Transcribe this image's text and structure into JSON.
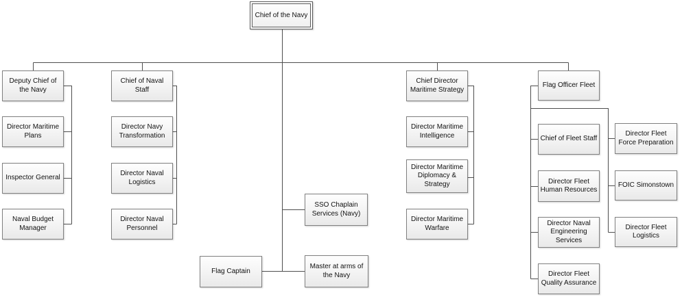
{
  "diagram": {
    "type": "org-chart",
    "root": "Chief of the Navy"
  },
  "nodes": {
    "chief_of_the_navy": {
      "label": "Chief of the Navy"
    },
    "deputy_chief_of_the_navy": {
      "label": "Deputy Chief of the Navy"
    },
    "director_maritime_plans": {
      "label": "Director Maritime Plans"
    },
    "inspector_general": {
      "label": "Inspector General"
    },
    "naval_budget_manager": {
      "label": "Naval Budget Manager"
    },
    "chief_of_naval_staff": {
      "label": "Chief of Naval Staff"
    },
    "director_navy_transformation": {
      "label": "Director Navy Transformation"
    },
    "director_naval_logistics": {
      "label": "Director Naval Logistics"
    },
    "director_naval_personnel": {
      "label": "Director Naval Personnel"
    },
    "sso_chaplain_services": {
      "label": "SSO Chaplain Services (Navy)"
    },
    "flag_captain": {
      "label": "Flag Captain"
    },
    "master_at_arms": {
      "label": "Master at arms of the Navy"
    },
    "chief_director_maritime_strategy": {
      "label": "Chief Director Maritime Strategy"
    },
    "director_maritime_intelligence": {
      "label": "Director Maritime Intelligence"
    },
    "director_maritime_diplomacy_strategy": {
      "label": "Director Maritime Diplomacy & Strategy"
    },
    "director_maritime_warfare": {
      "label": "Director Maritime Warfare"
    },
    "flag_officer_fleet": {
      "label": "Flag Officer Fleet"
    },
    "chief_of_fleet_staff": {
      "label": "Chief of Fleet Staff"
    },
    "director_fleet_human_resources": {
      "label": "Director Fleet Human Resources"
    },
    "director_naval_engineering_services": {
      "label": "Director Naval Engineering Services"
    },
    "director_fleet_quality_assurance": {
      "label": "Director Fleet Quality Assurance"
    },
    "director_fleet_force_preparation": {
      "label": "Director Fleet Force Preparation"
    },
    "foic_simonstown": {
      "label": "FOIC Simonstown"
    },
    "director_fleet_logistics": {
      "label": "Director Fleet Logistics"
    }
  },
  "hierarchy": {
    "Chief of the Navy": [
      "Deputy Chief of the Navy",
      "Chief of Naval Staff",
      "SSO Chaplain Services (Navy)",
      "Flag Captain",
      "Master at arms of the Navy",
      "Chief Director Maritime Strategy",
      "Flag Officer Fleet"
    ],
    "Deputy Chief of the Navy": [
      "Director Maritime Plans",
      "Inspector General",
      "Naval Budget Manager"
    ],
    "Chief of Naval Staff": [
      "Director Navy Transformation",
      "Director Naval Logistics",
      "Director Naval Personnel"
    ],
    "Chief Director Maritime Strategy": [
      "Director Maritime Intelligence",
      "Director Maritime Diplomacy & Strategy",
      "Director Maritime Warfare"
    ],
    "Flag Officer Fleet": [
      "Chief of Fleet Staff",
      "Director Fleet Human Resources",
      "Director Naval Engineering Services",
      "Director Fleet Quality Assurance",
      "Director Fleet Force Preparation",
      "FOIC Simonstown",
      "Director Fleet Logistics"
    ]
  },
  "colors": {
    "line": "#4d4d4d",
    "box_border": "#7f7f7f",
    "box_fill_top": "#fefefe",
    "box_fill_bottom": "#e9e9e9",
    "text": "#111111",
    "background": "#ffffff"
  }
}
